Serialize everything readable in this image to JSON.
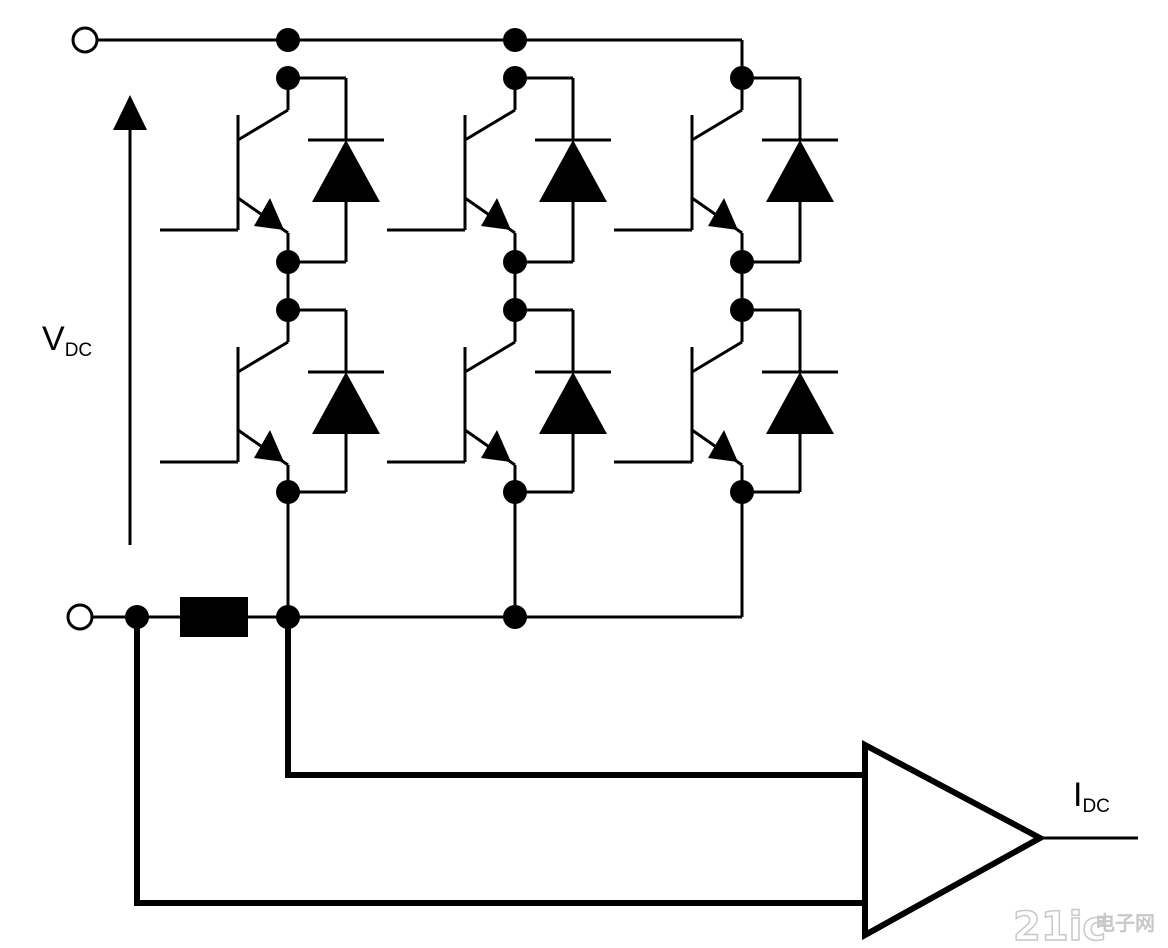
{
  "labels": {
    "vdc_main": "V",
    "vdc_sub": "DC",
    "idc_main": "I",
    "idc_sub": "DC"
  },
  "watermark": {
    "part1": "21ic",
    "part2": "电子网"
  },
  "colors": {
    "stroke": "#000000",
    "terminal_fill": "#ffffff",
    "watermark": "#c8c8c8"
  }
}
